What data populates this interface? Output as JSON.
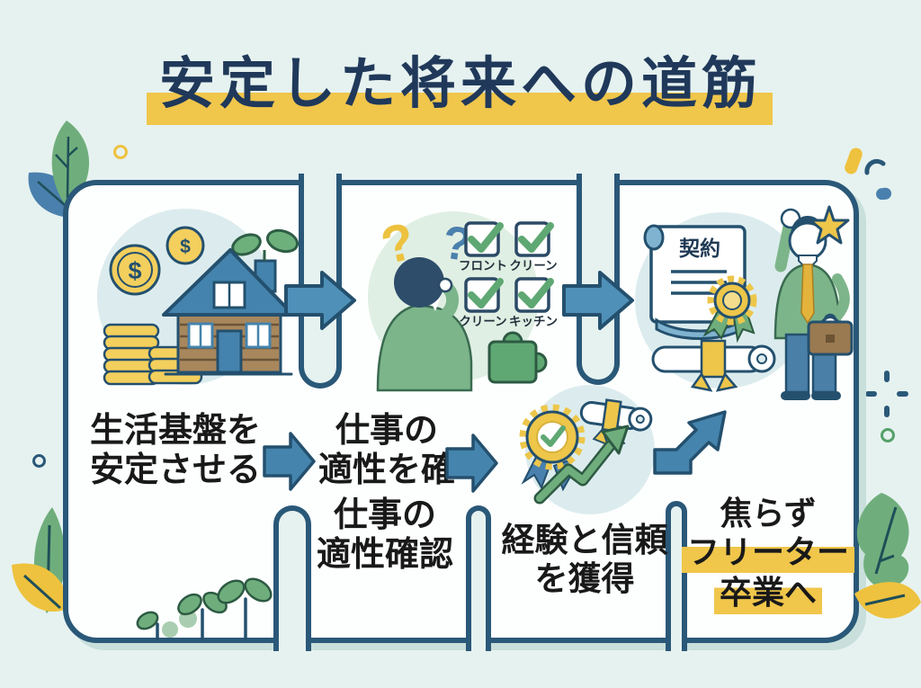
{
  "title": {
    "text": "安定した将来への道筋"
  },
  "colors": {
    "background": "#e6f2f0",
    "outline_navy": "#2a5878",
    "title_navy": "#20395a",
    "accent_yellow": "#f0c64b",
    "arrow_blue": "#4584ad",
    "leaf_green": "#6fae7c",
    "check_green": "#5fa873",
    "text_black": "#191919",
    "panel_white": "#fdfffe"
  },
  "symbols": {
    "dollar": "$",
    "question_mark_yellow": "?",
    "question_mark_blue": "?"
  },
  "panels": [
    {
      "id": "life-foundation",
      "illustration": "log-cabin-with-coins-and-plant"
    },
    {
      "id": "job-aptitude",
      "illustration": "thinking-person-with-checklist-and-puzzle",
      "checkboxes": [
        {
          "label": "フロント",
          "checked": true
        },
        {
          "label": "クリーン",
          "checked": true
        },
        {
          "label": "クリーン",
          "checked": true
        },
        {
          "label": "キッチン",
          "checked": true
        }
      ]
    },
    {
      "id": "contract",
      "illustration": "contract-certificate-and-waving-businessman",
      "document_label": "契約"
    }
  ],
  "flow_labels": [
    {
      "lines": [
        "生活基盤を",
        "安定させる"
      ]
    },
    {
      "lines": [
        "仕事の",
        "適性を確"
      ]
    },
    {
      "lines": [
        "仕事の",
        "適性確認"
      ]
    },
    {
      "lines": [
        "経験と信頼",
        "を獲得"
      ]
    },
    {
      "lines": [
        "焦らず",
        "フリーター",
        "卒業へ"
      ],
      "highlighted_line_indexes": [
        1,
        2
      ]
    }
  ]
}
